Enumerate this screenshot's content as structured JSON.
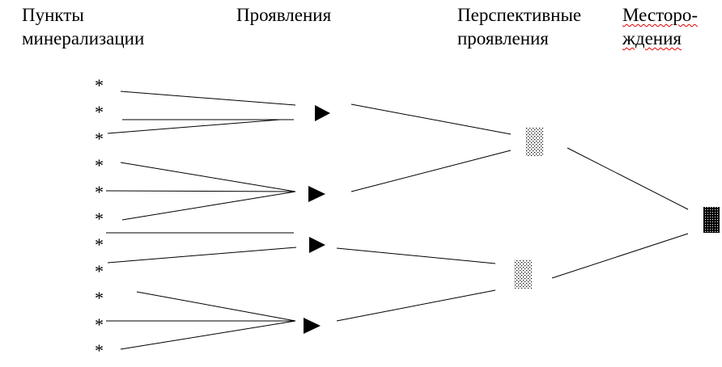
{
  "headers": {
    "points": [
      "Пункты",
      "минерализации"
    ],
    "shows": [
      "Проявления"
    ],
    "perspective": [
      "Перспективные",
      "проявления"
    ],
    "deposits": [
      "Месторо-",
      "ждения"
    ]
  },
  "symbols": {
    "point": "*",
    "show": "triangle-marker",
    "perspective": "dotted-square-marker",
    "deposit": "dense-square-marker"
  },
  "colors": {
    "ink": "#000000",
    "spellcheck_underline": "#e00000"
  }
}
